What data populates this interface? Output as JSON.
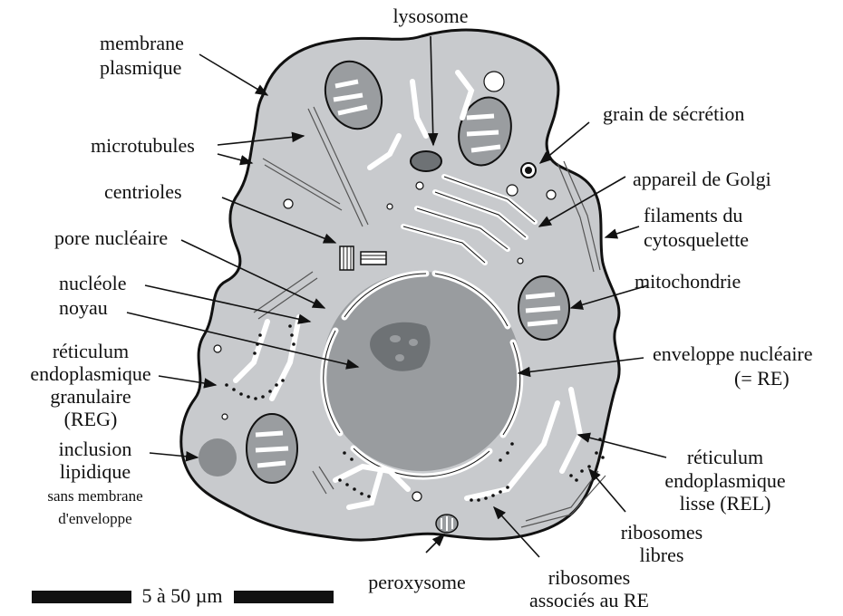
{
  "labels": {
    "lysosome": "lysosome",
    "membrane_1": "membrane",
    "membrane_2": "plasmique",
    "grain": "grain de sécrétion",
    "microtubules": "microtubules",
    "golgi": "appareil de Golgi",
    "centrioles": "centrioles",
    "filaments_1": "filaments du",
    "filaments_2": "cytosquelette",
    "pore": "pore nucléaire",
    "mitochondrie": "mitochondrie",
    "nucleole": "nucléole",
    "noyau": "noyau",
    "reg_1": "réticulum",
    "reg_2": "endoplasmique",
    "reg_3": "granulaire",
    "reg_4": "(REG)",
    "env_1": "enveloppe nucléaire",
    "env_2": "(= RE)",
    "incl_1": "inclusion",
    "incl_2": "lipidique",
    "incl_3": "sans membrane",
    "incl_4": "d'enveloppe",
    "rel_1": "réticulum",
    "rel_2": "endoplasmique",
    "rel_3": "lisse (REL)",
    "ribo_libres_1": "ribosomes",
    "ribo_libres_2": "libres",
    "peroxysome": "peroxysome",
    "ribo_re_1": "ribosomes",
    "ribo_re_2": "associés au RE",
    "scale": "5 à 50 µm"
  },
  "colors": {
    "cytoplasm": "#c8cacd",
    "nucleus": "#999c9f",
    "nucleolus": "#6e7275",
    "organelle": "#9a9da0",
    "outline": "#111111"
  }
}
